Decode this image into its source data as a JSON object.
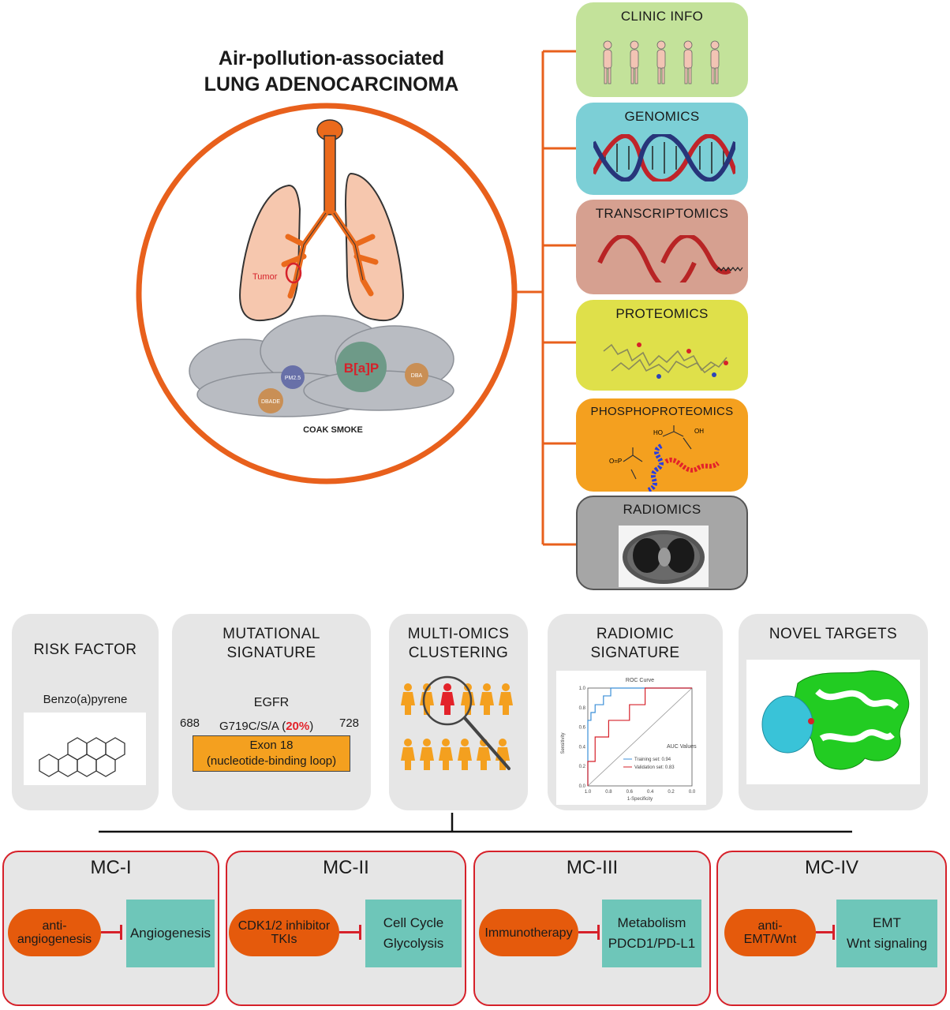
{
  "title": {
    "line1": "Air-pollution-associated",
    "line2": "LUNG ADENOCARCINOMA"
  },
  "lung": {
    "tumor_label": "Tumor",
    "cloud_label": "COAK SMOKE",
    "pollutants": [
      "PM2.5",
      "B[a]P",
      "DBA",
      "DBADE"
    ]
  },
  "omics": {
    "clinic": "CLINIC INFO",
    "genomics": "GENOMICS",
    "transcriptomics": "TRANSCRIPTOMICS",
    "proteomics": "PROTEOMICS",
    "phospho": "PHOSPHOPROTEOMICS",
    "radiomics": "RADIOMICS"
  },
  "panels": {
    "risk": {
      "title": "RISK FACTOR",
      "compound": "Benzo(a)pyrene"
    },
    "mutational": {
      "title_1": "MUTATIONAL",
      "title_2": "SIGNATURE",
      "gene": "EGFR",
      "start": "688",
      "end": "728",
      "mutation": "G719C/S/A (",
      "pct": "20%",
      "close": ")",
      "exon_1": "Exon 18",
      "exon_2": "(nucleotide-binding loop)"
    },
    "clustering": {
      "title_1": "MULTI-OMICS",
      "title_2": "CLUSTERING"
    },
    "radiomic": {
      "title_1": "RADIOMIC",
      "title_2": "SIGNATURE",
      "roc_title": "ROC Curve",
      "ylabel": "Sensitivity",
      "xlabel": "1-Specificity",
      "auc_title": "AUC Values",
      "train": "Training set: 0.94",
      "valid": "Validation set: 0.83"
    },
    "targets": {
      "title": "NOVEL TARGETS"
    }
  },
  "chart_data": {
    "type": "line",
    "title": "ROC Curve",
    "xlabel": "1-Specificity",
    "ylabel": "Sensitivity",
    "xlim": [
      1.0,
      0.0
    ],
    "ylim": [
      0.0,
      1.0
    ],
    "x_ticks": [
      "1.0",
      "0.8",
      "0.6",
      "0.4",
      "0.2",
      "0.0"
    ],
    "y_ticks": [
      "0.0",
      "0.2",
      "0.4",
      "0.6",
      "0.8",
      "1.0"
    ],
    "series": [
      {
        "name": "Training set: 0.94",
        "color": "#3b8fd8",
        "x": [
          1.0,
          1.0,
          0.97,
          0.97,
          0.93,
          0.93,
          0.85,
          0.85,
          0.78,
          0.78,
          0.6,
          0.0
        ],
        "y": [
          0.0,
          0.67,
          0.67,
          0.75,
          0.75,
          0.83,
          0.83,
          0.92,
          0.92,
          1.0,
          1.0,
          1.0
        ]
      },
      {
        "name": "Validation set: 0.83",
        "color": "#d6212a",
        "x": [
          1.0,
          1.0,
          0.93,
          0.93,
          0.8,
          0.8,
          0.6,
          0.6,
          0.45,
          0.45,
          0.15,
          0.0
        ],
        "y": [
          0.0,
          0.25,
          0.25,
          0.5,
          0.5,
          0.67,
          0.67,
          0.83,
          0.83,
          1.0,
          1.0,
          1.0
        ]
      }
    ]
  },
  "clusters": [
    {
      "title": "MC-I",
      "drug_1": "anti-",
      "drug_2": "angiogenesis",
      "target_1": "Angiogenesis",
      "target_2": ""
    },
    {
      "title": "MC-II",
      "drug_1": "CDK1/2 inhibitor",
      "drug_2": "TKIs",
      "target_1": "Cell Cycle",
      "target_2": "Glycolysis"
    },
    {
      "title": "MC-III",
      "drug_1": "Immunotherapy",
      "drug_2": "",
      "target_1": "Metabolism",
      "target_2": "PDCD1/PD-L1"
    },
    {
      "title": "MC-IV",
      "drug_1": "anti-",
      "drug_2": "EMT/Wnt",
      "target_1": "EMT",
      "target_2": "Wnt signaling"
    }
  ],
  "colors": {
    "accent_orange": "#e8601c",
    "inhibit_red": "#d6212a",
    "teal": "#6ec6b9",
    "pill_orange": "#e55a0c"
  }
}
